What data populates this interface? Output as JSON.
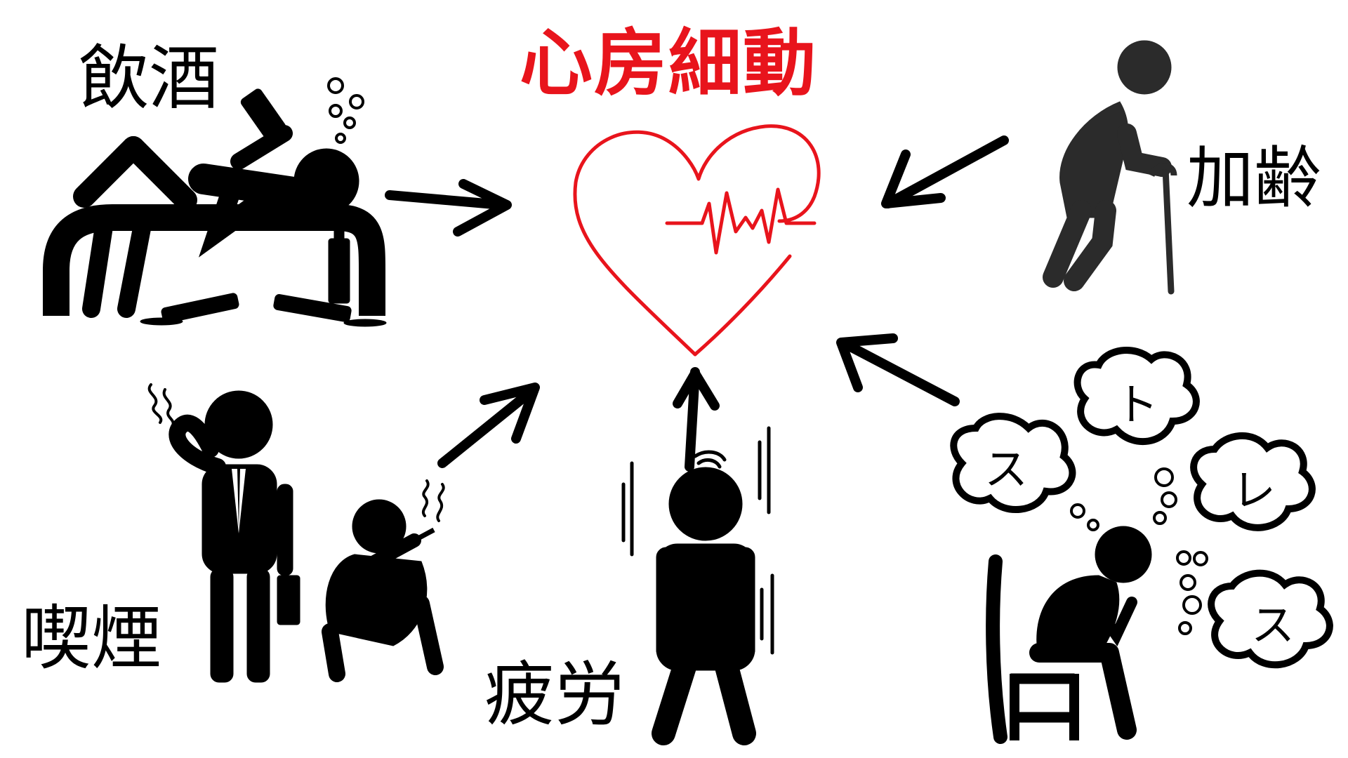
{
  "title": "心房細動",
  "causes": {
    "drinking": "飲酒",
    "aging": "加齢",
    "smoking": "喫煙",
    "fatigue": "疲労"
  },
  "stress_chars": [
    "ス",
    "ト",
    "レ",
    "ス"
  ],
  "colors": {
    "accent": "#e8141c",
    "ink": "#000000",
    "elder": "#2b2b2b"
  },
  "icons": [
    "heart-ecg-icon",
    "drunk-person-icon",
    "elderly-person-icon",
    "smoking-man-icon",
    "crouching-smoker-icon",
    "tired-person-icon",
    "stressed-person-icon"
  ]
}
